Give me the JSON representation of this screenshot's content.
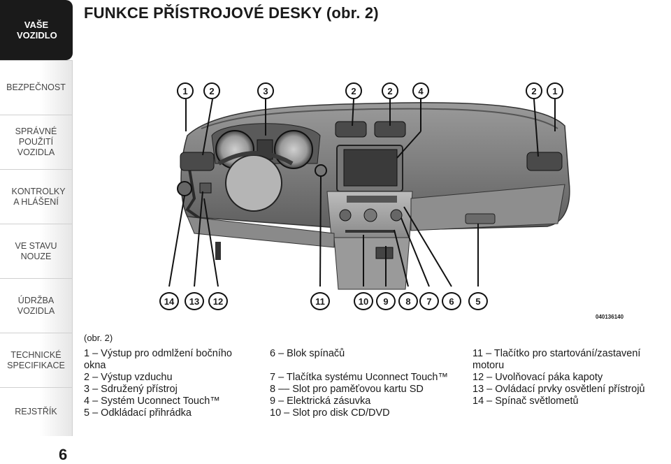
{
  "sidebar": {
    "tabs": [
      {
        "label": "VAŠE VOZIDLO",
        "active": true
      },
      {
        "label": "BEZPEČNOST",
        "active": false
      },
      {
        "label": "SPRÁVNÉ POUŽITÍ VOZIDLA",
        "active": false
      },
      {
        "label": "KONTROLKY A HLÁŠENÍ",
        "active": false
      },
      {
        "label": "VE STAVU NOUZE",
        "active": false
      },
      {
        "label": "ÚDRŽBA VOZIDLA",
        "active": false
      },
      {
        "label": "TECHNICKÉ SPECIFIKACE",
        "active": false
      },
      {
        "label": "REJSTŘÍK",
        "active": false
      }
    ],
    "page_number": "6"
  },
  "page": {
    "title": "FUNKCE PŘÍSTROJOVÉ DESKY (obr.  2)"
  },
  "figure": {
    "code": "040136140",
    "caption": "(obr. 2)",
    "top_callouts": [
      "1",
      "2",
      "3",
      "2",
      "2",
      "4",
      "2",
      "1"
    ],
    "bottom_callouts": [
      "14",
      "13",
      "12",
      "11",
      "10",
      "9",
      "8",
      "7",
      "6",
      "5"
    ]
  },
  "legend": {
    "col1": [
      "1 – Výstup pro odmlžení bočního",
      "okna",
      "2 – Výstup vzduchu",
      "3 – Sdružený přístroj",
      "4 – Systém Uconnect Touch™",
      "5 – Odkládací přihrádka"
    ],
    "col2": [
      "6 – Blok spínačů",
      "",
      "7 – Tlačítka systému Uconnect Touch™",
      "8 –– Slot pro paměťovou kartu SD",
      "9 – Elektrická zásuvka",
      "10 – Slot pro disk CD/DVD"
    ],
    "col3": [
      "11 – Tlačítko pro startování/zastavení",
      "motoru",
      "12 – Uvolňovací páka kapoty",
      "13 – Ovládací prvky osvětlení přístrojů",
      "14 – Spínač světlometů"
    ]
  }
}
